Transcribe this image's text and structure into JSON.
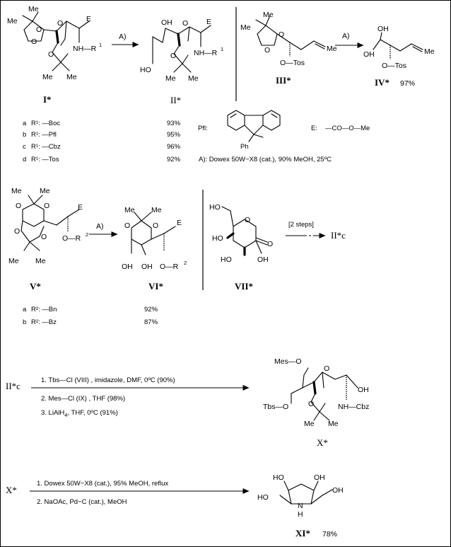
{
  "compounds": {
    "c1": "I*",
    "c2": "II*",
    "c3": "III*",
    "c4": "IV*",
    "c5": "V*",
    "c6": "VI*",
    "c7": "VII*",
    "c8": "X*",
    "c9": "XI*",
    "c10": "II*c",
    "c11": "X*",
    "c12": "II*c"
  },
  "yields_inline": {
    "c4": "97%",
    "c9": "78%"
  },
  "atoms": {
    "me": "Me",
    "o": "O",
    "e": "E",
    "oh": "OH",
    "ho": "HO",
    "nh_r1": "NH—R",
    "sup1": "1",
    "sup2": "2",
    "o_tos": "O—Tos",
    "o_r2": "O—R",
    "mes_o": "Mes—O",
    "tbs_o": "Tbs—O",
    "nh_cbz": "NH—Cbz",
    "nh": "N",
    "h": "H",
    "ph": "Ph"
  },
  "reagent_a": "A)",
  "table1": {
    "rows": [
      {
        "tag": "a",
        "label": "R¹: —Boc",
        "yield": "93%"
      },
      {
        "tag": "b",
        "label": "R¹: —Pfl",
        "yield": "95%"
      },
      {
        "tag": "c",
        "label": "R¹: —Cbz",
        "yield": "96%"
      },
      {
        "tag": "d",
        "label": "R¹: —Tos",
        "yield": "92%"
      }
    ]
  },
  "legend": {
    "pfl_label": "Pfl:",
    "e_label": "E:",
    "e_value": "—CO—O—Me",
    "conditions": "A):  Dowex 50W−X8 (cat.), 90% MeOH,    25ºC"
  },
  "table2": {
    "rows": [
      {
        "tag": "a",
        "label": "R²: —Bn",
        "yield": "92%"
      },
      {
        "tag": "b",
        "label": "R²: —Bz",
        "yield": "87%"
      }
    ]
  },
  "two_steps": "[2 steps]",
  "scheme3": {
    "step1": "1.  Tbs—Cl  (VIII) , imidazole, DMF,    0ºC   (90%)",
    "step2": "2.  Mes—Cl  (IX)  , THF  (98%)",
    "step3a": "3.  LiAlH",
    "step3sub": "4",
    "step3b": ",    THF,    0ºC   (91%)"
  },
  "scheme4": {
    "step1": "1.  Dowex 50W−X8 (cat.),   95% MeOH,     reflux",
    "step2": "2.  NaOAc,    Pd−C (cat.), MeOH"
  }
}
